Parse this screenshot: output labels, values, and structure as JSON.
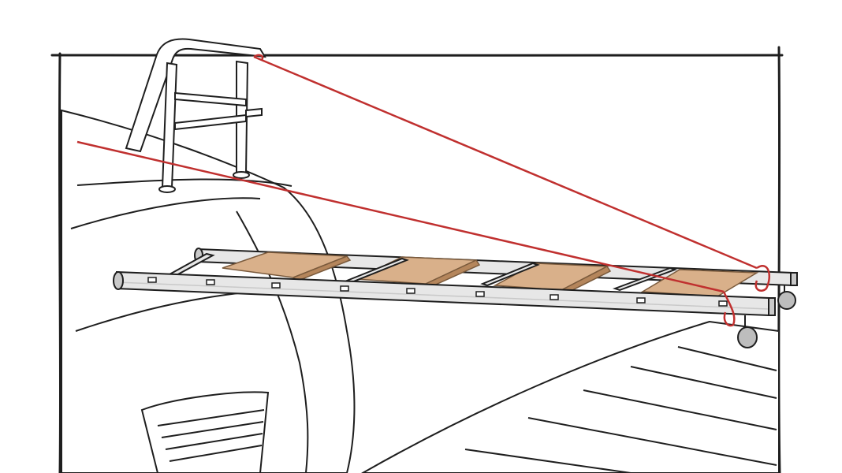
{
  "colors": {
    "ink": "#1e1e1e",
    "line_red": "#c0302f",
    "plank_wood": "#d9b08a",
    "plank_edge": "#b5865c",
    "rail_light": "#e7e7e7",
    "rail_shade": "#c9c9c9",
    "background": "#ffffff"
  },
  "objects": [
    "hull",
    "stern-pulpit-rail",
    "boarding-ladder",
    "wooden-planks",
    "red-mooring-lines",
    "swim-platform-steps",
    "dock-boards",
    "ladder-wheels"
  ]
}
